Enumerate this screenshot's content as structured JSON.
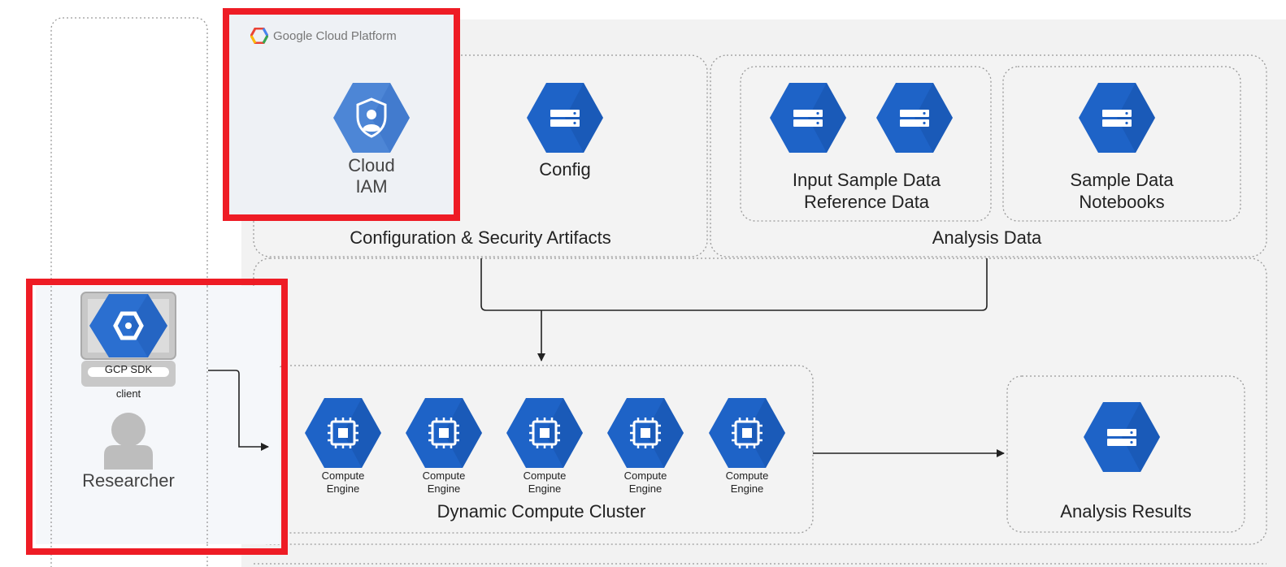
{
  "platform": {
    "name": "Google Cloud Platform"
  },
  "client": {
    "sdk_label": "GCP SDK",
    "client_label": "client",
    "user_label": "Researcher"
  },
  "config_security": {
    "group_label": "Configuration & Security Artifacts",
    "iam_label_line1": "Cloud",
    "iam_label_line2": "IAM",
    "config_label": "Config"
  },
  "analysis_data": {
    "group_label": "Analysis Data",
    "input_label_line1": "Input Sample Data",
    "input_label_line2": "Reference Data",
    "sample_label_line1": "Sample Data",
    "sample_label_line2": "Notebooks"
  },
  "compute": {
    "group_label": "Dynamic Compute Cluster",
    "nodes": [
      {
        "line1": "Compute",
        "line2": "Engine"
      },
      {
        "line1": "Compute",
        "line2": "Engine"
      },
      {
        "line1": "Compute",
        "line2": "Engine"
      },
      {
        "line1": "Compute",
        "line2": "Engine"
      },
      {
        "line1": "Compute",
        "line2": "Engine"
      }
    ]
  },
  "results": {
    "label": "Analysis Results"
  },
  "colors": {
    "hex_blue": "#2b6fd0",
    "hex_blue_light": "#4d86d6",
    "highlight_red": "#ee1c25",
    "panel_gray": "#f2f2f2",
    "iam_panel": "#eef1f5",
    "client_panel": "#f5f7fa"
  },
  "icons": [
    "google-cloud-logo",
    "cloud-iam-icon",
    "cloud-storage-icon",
    "compute-engine-icon",
    "gcp-sdk-icon",
    "user-icon"
  ]
}
